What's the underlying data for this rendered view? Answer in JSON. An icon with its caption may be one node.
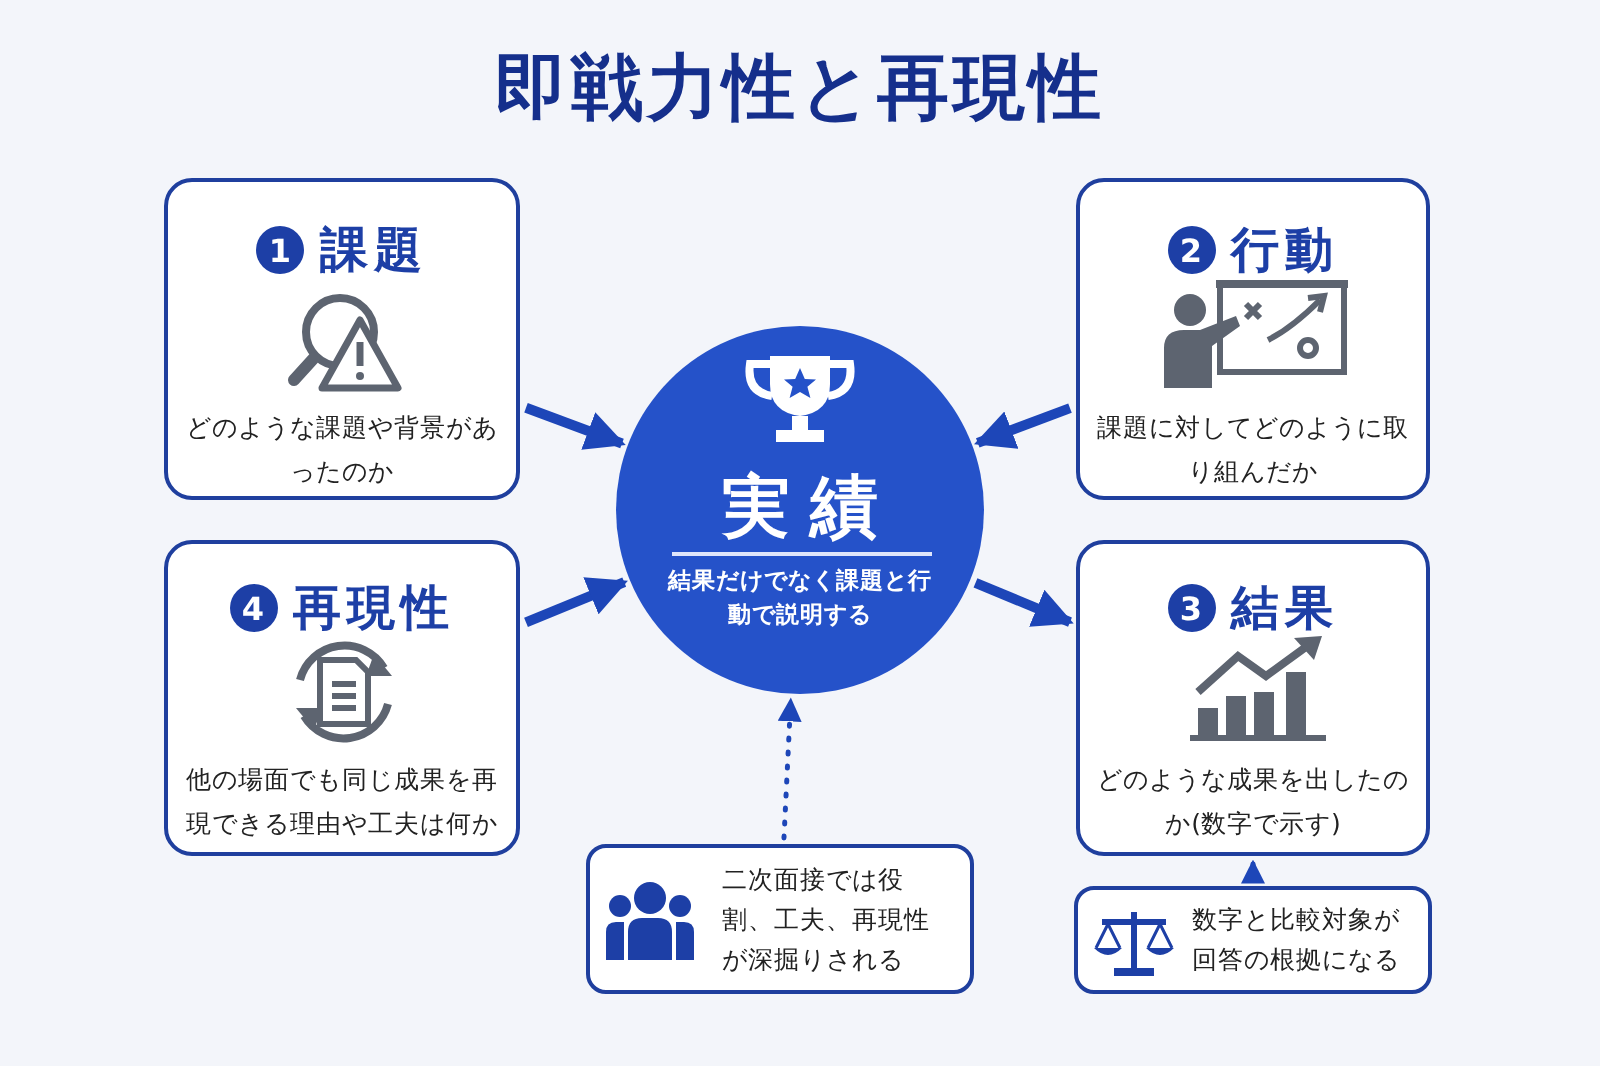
{
  "diagram": {
    "title": "即戦力性と再現性",
    "nodes": [
      {
        "text": [
          "1",
          "課題",
          "どのような課題や背景があったのか"
        ]
      },
      {
        "text": [
          "2",
          "行動",
          "課題に対してどのように取り組んだか"
        ]
      },
      {
        "text": [
          "実績",
          "結果だけでなく課題と行動で説明する"
        ]
      },
      {
        "text": [
          "4",
          "再現性",
          "他の場面でも同じ成果を再現できる理由や工夫は何か"
        ]
      },
      {
        "text": [
          "3",
          "結果",
          "どのような成果を出したのか(数字で示す)"
        ]
      },
      {
        "text": [
          "二次面接では役割、工夫、再現性が深掘りされる"
        ]
      },
      {
        "text": [
          "数字と比較対象が回答の根拠になる"
        ]
      }
    ],
    "edges": [
      {
        "from": 0,
        "to": 2,
        "arrow": "to"
      },
      {
        "from": 1,
        "to": 2,
        "arrow": "to"
      },
      {
        "from": 3,
        "to": 2,
        "arrow": "to"
      },
      {
        "from": 2,
        "to": 4,
        "arrow": "to"
      },
      {
        "from": 5,
        "to": 2,
        "arrow": "to",
        "style": "dashed"
      },
      {
        "from": 6,
        "to": 4,
        "arrow": "to",
        "style": "dashed"
      }
    ]
  }
}
